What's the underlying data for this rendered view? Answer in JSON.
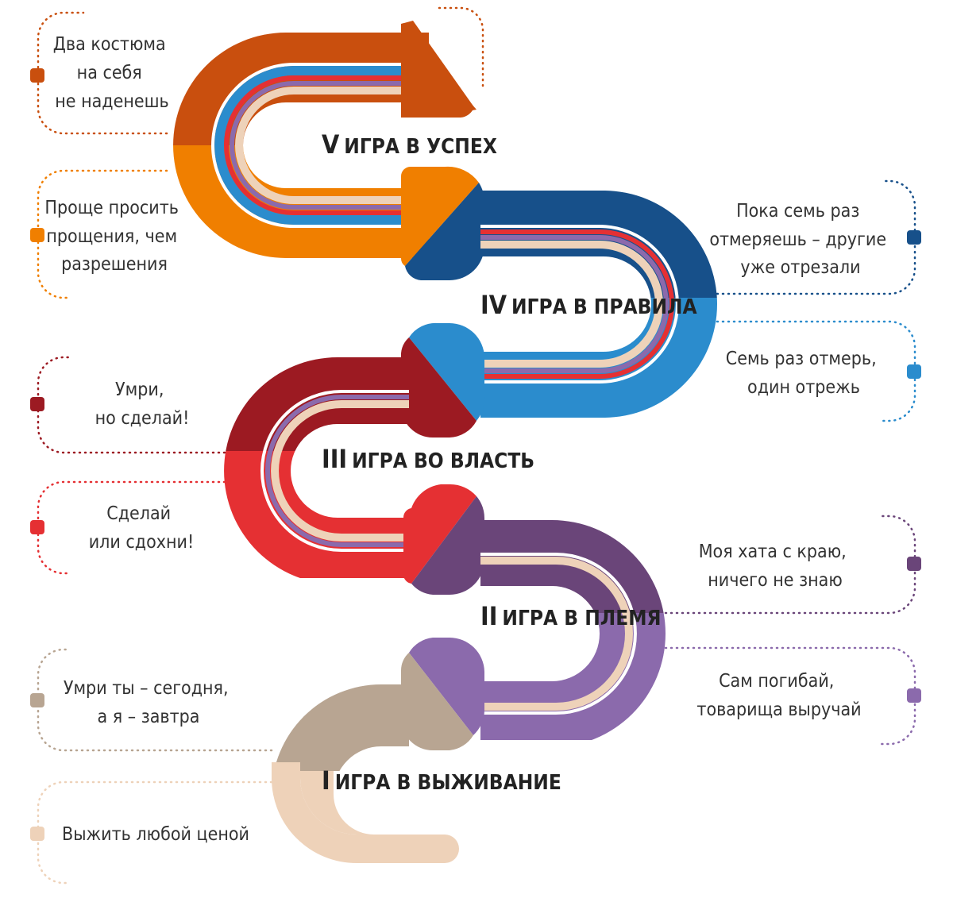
{
  "colors": {
    "stage1_a": "#eed2b9",
    "stage1_b": "#b8a592",
    "stage2_a": "#8b6aac",
    "stage2_b": "#6a4579",
    "stage3_a": "#e53033",
    "stage3_b": "#9c1a22",
    "stage4_a": "#2b8ccd",
    "stage4_b": "#17508a",
    "stage5_a": "#f07f00",
    "stage5_b": "#c94f0e"
  },
  "stages": [
    {
      "number": "V",
      "label": "ИГРА В УСПЕХ"
    },
    {
      "number": "IV",
      "label": "ИГРА В ПРАВИЛА"
    },
    {
      "number": "III",
      "label": "ИГРА ВО ВЛАСТЬ"
    },
    {
      "number": "II",
      "label": "ИГРА В ПЛЕМЯ"
    },
    {
      "number": "I",
      "label": "ИГРА В ВЫЖИВАНИЕ"
    }
  ],
  "sayings": {
    "s5_dark": [
      "Два костюма",
      "на себя",
      "не наденешь"
    ],
    "s5_light": [
      "Проще просить",
      "прощения, чем",
      "разрешения"
    ],
    "s4_dark": [
      "Пока семь раз",
      "отмеряешь – другие",
      "уже отрезали"
    ],
    "s4_light": [
      "Семь раз отмерь,",
      "один отрежь"
    ],
    "s3_dark": [
      "Умри,",
      "но сделай!"
    ],
    "s3_light": [
      "Сделай",
      "или сдохни!"
    ],
    "s2_dark": [
      "Моя хата с краю,",
      "ничего не знаю"
    ],
    "s2_light": [
      "Сам погибай,",
      "товарища выручай"
    ],
    "s1_dark": [
      "Умри ты – сегодня,",
      "а я – завтра"
    ],
    "s1_light": [
      "Выжить любой ценой"
    ]
  }
}
